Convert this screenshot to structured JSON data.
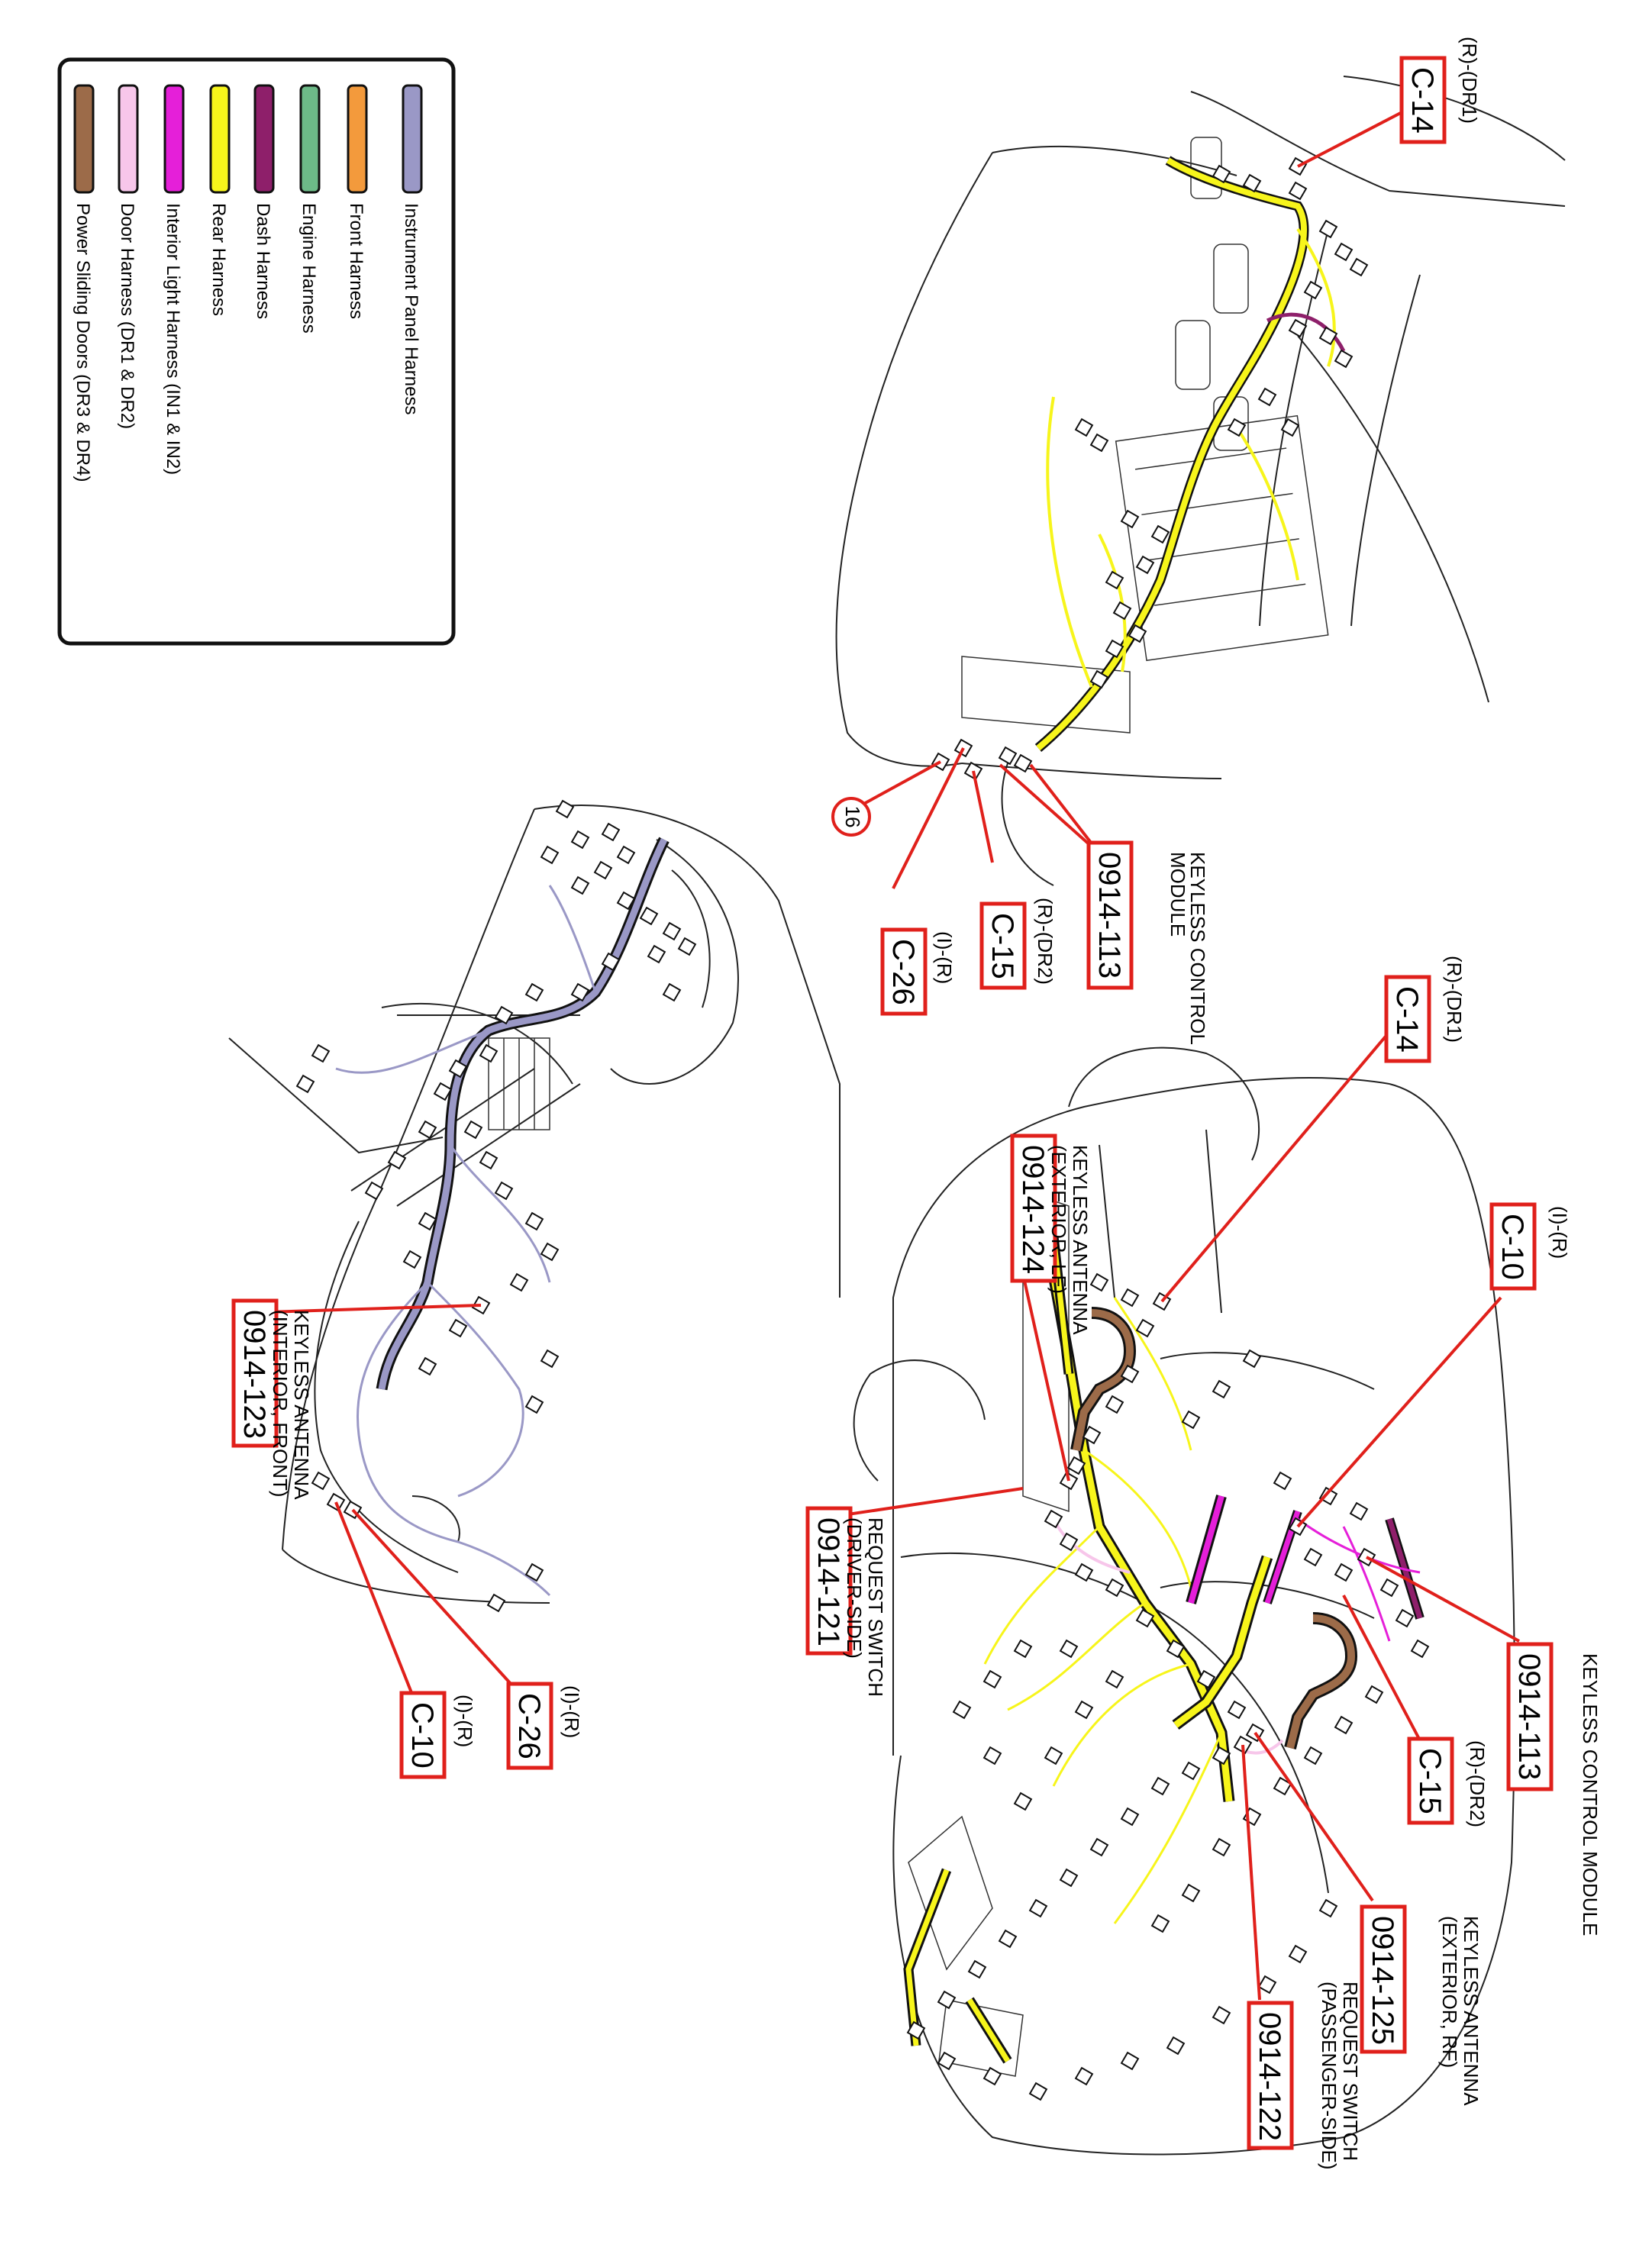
{
  "legend": {
    "items": [
      {
        "label": "Instrument Panel Harness",
        "color": "#9a98c6"
      },
      {
        "label": "Front Harness",
        "color": "#f39a3c"
      },
      {
        "label": "Engine Harness",
        "color": "#6dba88"
      },
      {
        "label": "Dash Harness",
        "color": "#8e1f6a"
      },
      {
        "label": "Rear Harness",
        "color": "#f7f51b"
      },
      {
        "label": "Interior Light Harness (IN1 & IN2)",
        "color": "#e51fd9"
      },
      {
        "label": "Door Harness (DR1 & DR2)",
        "color": "#f7c6ea"
      },
      {
        "label": "Power Sliding Doors (DR3 & DR4)",
        "color": "#9c6b49"
      }
    ]
  },
  "top_view": {
    "c14": {
      "code": "C-14",
      "sub": "(R)-(DR1)"
    },
    "module": {
      "code": "0914-113",
      "desc1": "KEYLESS CONTROL",
      "desc2": "MODULE"
    },
    "c15": {
      "code": "C-15",
      "sub": "(R)-(DR2)"
    },
    "c26": {
      "code": "C-26",
      "sub": "(I)-(R)"
    },
    "ref": "16"
  },
  "right_view": {
    "c14": {
      "code": "C-14",
      "sub": "(R)-(DR1)"
    },
    "c10": {
      "code": "C-10",
      "sub": "(I)-(R)"
    },
    "module": {
      "code": "0914-113",
      "desc": "KEYLESS CONTROL MODULE"
    },
    "c15": {
      "code": "C-15",
      "sub": "(R)-(DR2)"
    },
    "ant_rf": {
      "code": "0914-125",
      "desc1": "KEYLESS ANTENNA",
      "desc2": "(EXTERIOR, RF)"
    },
    "req_pass": {
      "code": "0914-122",
      "desc1": "REQUEST SWITCH",
      "desc2": "(PASSENGER-SIDE)"
    },
    "ant_lf": {
      "code": "0914-124",
      "desc1": "KEYLESS ANTENNA",
      "desc2": "(EXTERIOR, LF)"
    },
    "req_drv": {
      "code": "0914-121",
      "desc1": "REQUEST SWITCH",
      "desc2": "(DRIVER-SIDE)"
    }
  },
  "left_view": {
    "ant_int": {
      "code": "0914-123",
      "desc1": "KEYLESS ANTENNA",
      "desc2": "(INTERIOR, FRONT)"
    },
    "c26": {
      "code": "C-26",
      "sub": "(I)-(R)"
    },
    "c10": {
      "code": "C-10",
      "sub": "(I)-(R)"
    }
  }
}
